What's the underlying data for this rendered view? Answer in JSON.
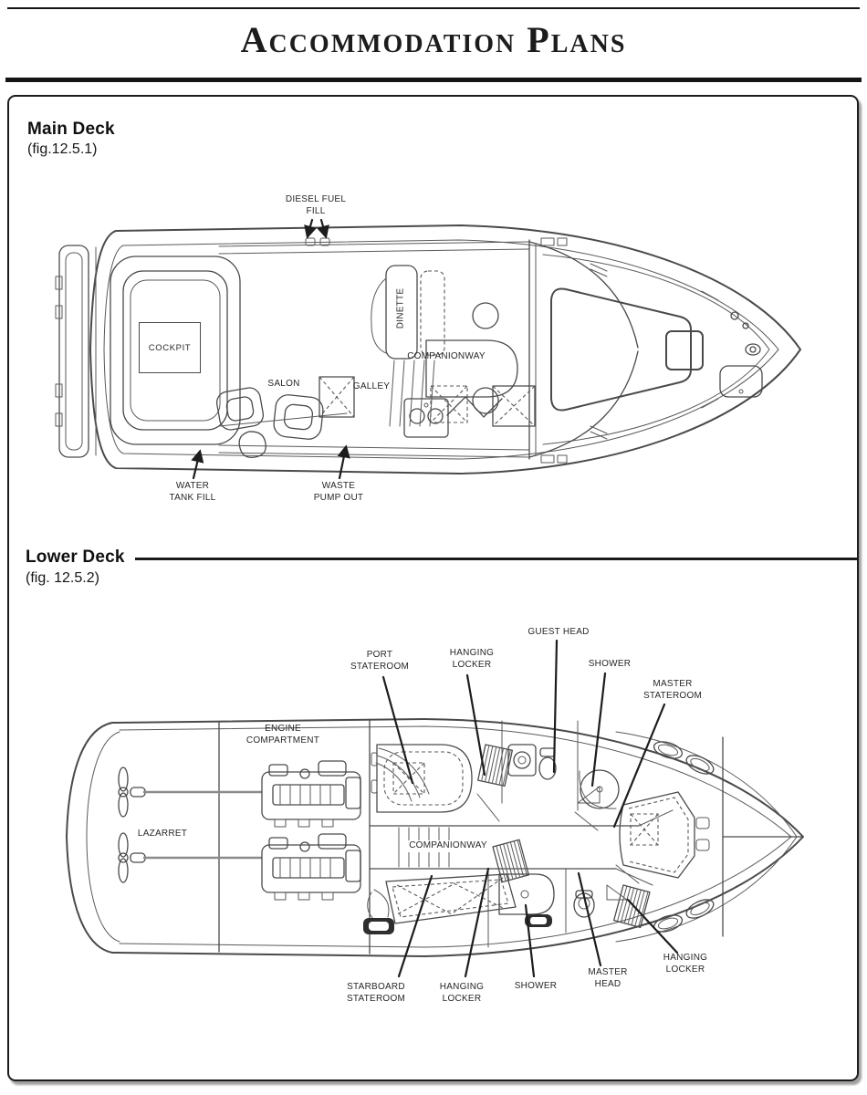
{
  "page": {
    "title": "Accommodation Plans"
  },
  "main_deck": {
    "heading": "Main Deck",
    "figure": "(fig.12.5.1)",
    "areas": {
      "cockpit": "COCKPIT",
      "salon": "SALON",
      "galley": "GALLEY",
      "dinette": "DINETTE",
      "companionway": "COMPANIONWAY"
    },
    "callouts": {
      "diesel_fuel_fill": "DIESEL FUEL\nFILL",
      "water_tank_fill": "WATER\nTANK FILL",
      "waste_pump_out": "WASTE\nPUMP OUT"
    }
  },
  "lower_deck": {
    "heading": "Lower Deck",
    "figure": "(fig. 12.5.2)",
    "areas": {
      "engine_compartment": "ENGINE\nCOMPARTMENT",
      "lazarret": "LAZARRET",
      "companionway": "COMPANIONWAY"
    },
    "callouts": {
      "port_stateroom": "PORT\nSTATEROOM",
      "hanging_locker_port": "HANGING\nLOCKER",
      "guest_head": "GUEST HEAD",
      "shower_guest": "SHOWER",
      "master_stateroom": "MASTER\nSTATEROOM",
      "starboard_stateroom": "STARBOARD\nSTATEROOM",
      "hanging_locker_starboard": "HANGING\nLOCKER",
      "shower_master": "SHOWER",
      "master_head": "MASTER\nHEAD",
      "hanging_locker_master": "HANGING\nLOCKER"
    }
  },
  "colors": {
    "background": "#ffffff",
    "line_art": "#4a4a4a",
    "rule": "#141414",
    "text": "#1f1f1f"
  }
}
